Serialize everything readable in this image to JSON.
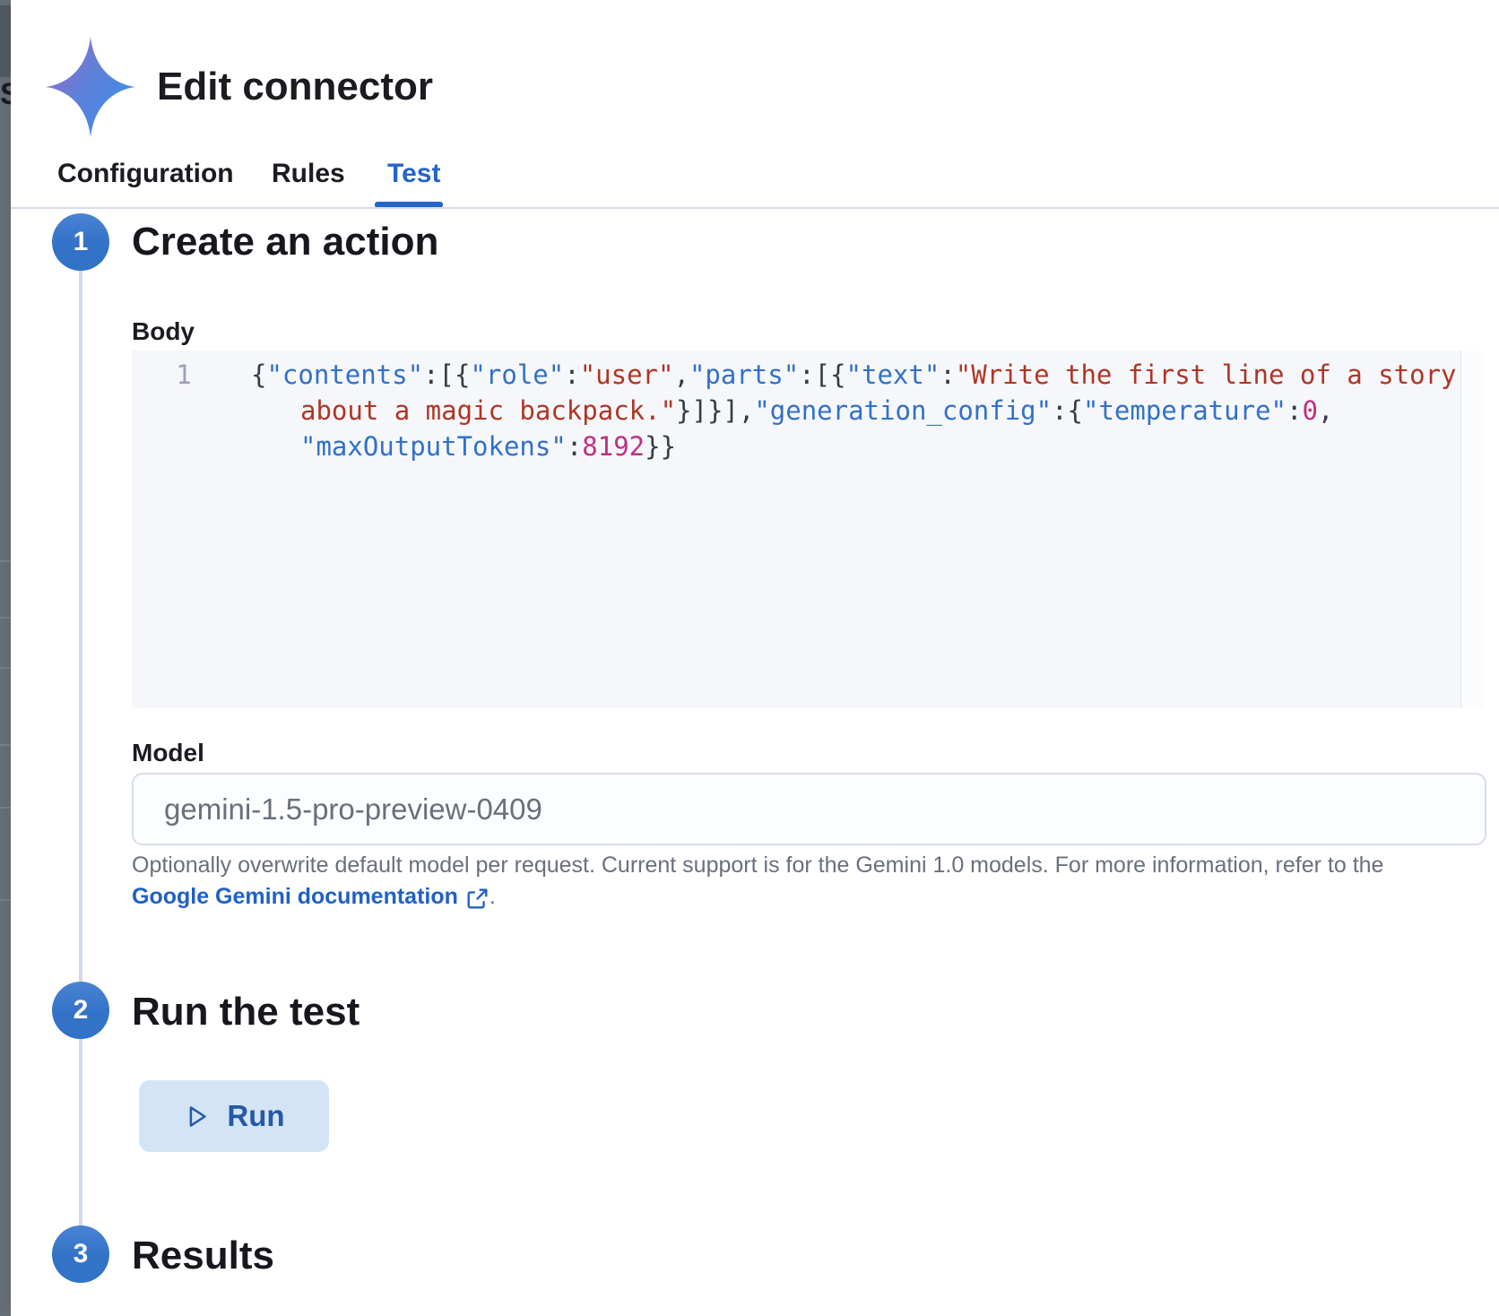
{
  "background": {
    "clipped_text": "S"
  },
  "header": {
    "title": "Edit connector"
  },
  "tabs": [
    {
      "label": "Configuration",
      "active": false
    },
    {
      "label": "Rules",
      "active": false
    },
    {
      "label": "Test",
      "active": true
    }
  ],
  "steps": [
    {
      "number": "1",
      "title": "Create an action"
    },
    {
      "number": "2",
      "title": "Run the test"
    },
    {
      "number": "3",
      "title": "Results"
    }
  ],
  "editor": {
    "label": "Body",
    "line_number": "1",
    "lines": [
      {
        "wrapped": false,
        "tokens": [
          [
            "p",
            "{"
          ],
          [
            "k",
            "\"contents\""
          ],
          [
            "p",
            ":[{"
          ],
          [
            "k",
            "\"role\""
          ],
          [
            "p",
            ":"
          ],
          [
            "s",
            "\"user\""
          ],
          [
            "p",
            ","
          ],
          [
            "k",
            "\"parts\""
          ],
          [
            "p",
            ":[{"
          ],
          [
            "k",
            "\"text\""
          ],
          [
            "p",
            ":"
          ],
          [
            "s",
            "\"Write the first line of a story"
          ]
        ]
      },
      {
        "wrapped": true,
        "tokens": [
          [
            "s",
            "about a magic backpack.\""
          ],
          [
            "p",
            "}]}],"
          ],
          [
            "k",
            "\"generation_config\""
          ],
          [
            "p",
            ":{"
          ],
          [
            "k",
            "\"temperature\""
          ],
          [
            "p",
            ":"
          ],
          [
            "n",
            "0"
          ],
          [
            "p",
            ","
          ]
        ]
      },
      {
        "wrapped": true,
        "tokens": [
          [
            "k",
            "\"maxOutputTokens\""
          ],
          [
            "p",
            ":"
          ],
          [
            "n",
            "8192"
          ],
          [
            "p",
            "}}"
          ]
        ]
      }
    ]
  },
  "model": {
    "label": "Model",
    "value": "gemini-1.5-pro-preview-0409",
    "help_line1": "Optionally overwrite default model per request. Current support is for the Gemini 1.0 models. For more information, refer to the",
    "link_label": "Google Gemini documentation",
    "link_suffix": "."
  },
  "run": {
    "label": "Run"
  },
  "colors": {
    "accent_blue": "#2565C7",
    "step_circle_blue": "#3272C7",
    "link_blue": "#2160C4",
    "code_key": "#3071C9",
    "code_string": "#AF3524",
    "code_number": "#BE3080",
    "editor_bg": "#F6F7FA",
    "run_bg": "#D3E4F7",
    "run_text": "#2459A6"
  }
}
